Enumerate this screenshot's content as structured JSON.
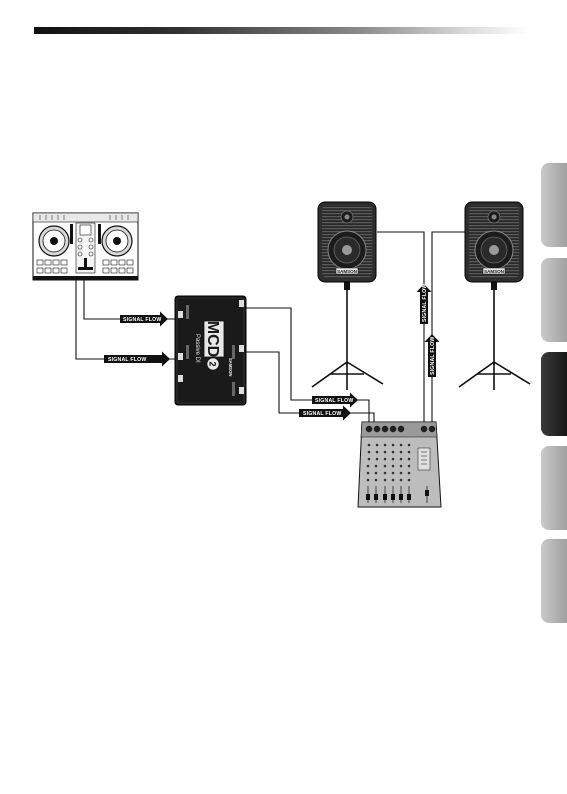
{
  "signal_flow_labels": [
    "SIGNAL FLOW",
    "SIGNAL FLOW",
    "SIGNAL FLOW",
    "SIGNAL FLOW",
    "SIGNAL FLOW",
    "SIGNAL FLOW"
  ],
  "direct_box": {
    "model": "MCD",
    "model_number": "2",
    "subtitle": "Passive DI",
    "brand": "SAMSON"
  },
  "speaker_brand": "SAMSON",
  "side_tabs": {
    "count": 5,
    "active_index": 2
  }
}
